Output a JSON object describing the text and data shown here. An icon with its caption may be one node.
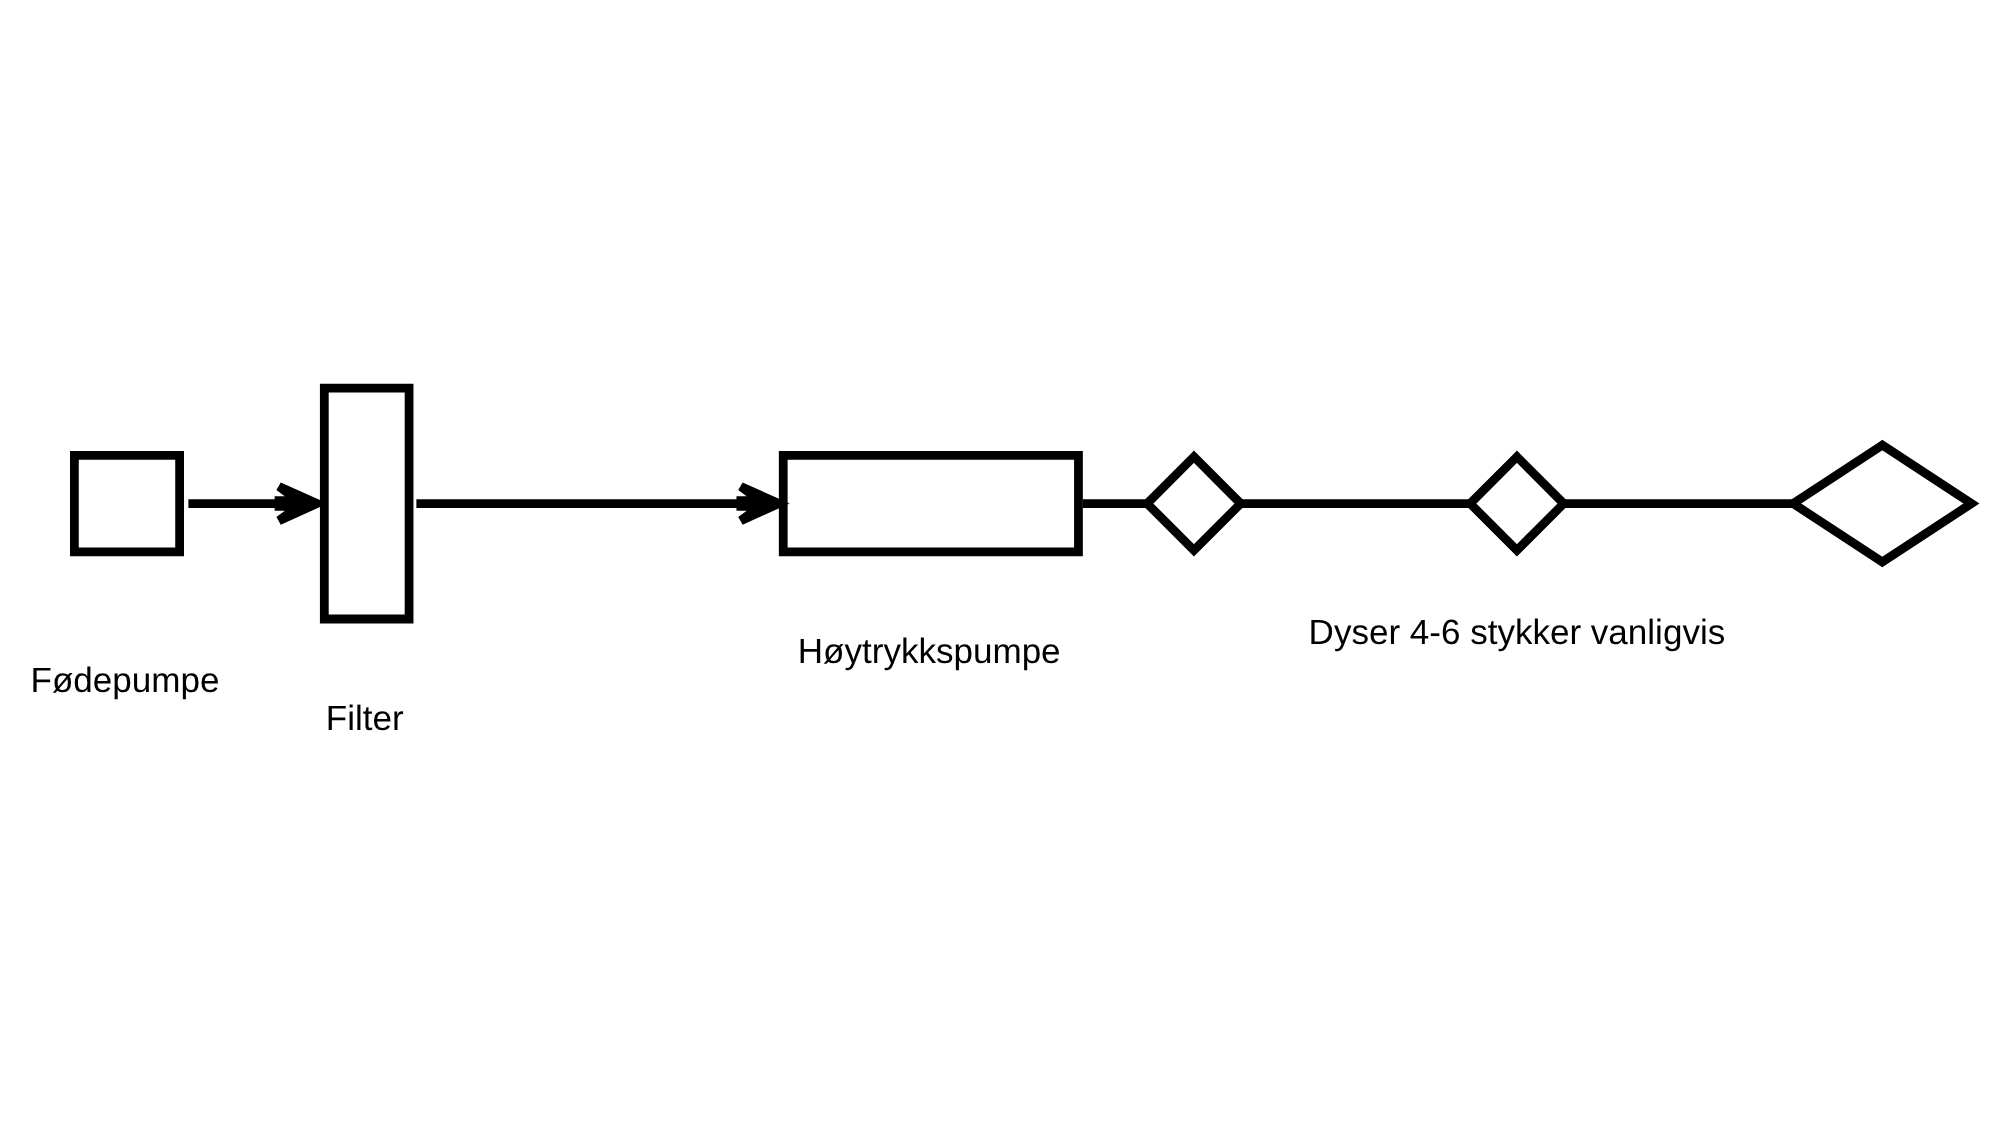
{
  "diagram": {
    "nodes": [
      {
        "text": [
          "Fødepumpe"
        ]
      },
      {
        "text": [
          "Filter"
        ]
      },
      {
        "text": [
          "Høytrykkspumpe"
        ]
      },
      {
        "text": [],
        "shape": "diamond"
      },
      {
        "text": [],
        "shape": "diamond"
      },
      {
        "text": [],
        "shape": "diamond"
      }
    ],
    "edges": [
      {
        "from": 0,
        "to": 1,
        "arrow": "to"
      },
      {
        "from": 1,
        "to": 2,
        "arrow": "to"
      },
      {
        "from": 2,
        "to": 3,
        "arrow": "none"
      },
      {
        "from": 3,
        "to": 4,
        "arrow": "none"
      },
      {
        "from": 4,
        "to": 5,
        "arrow": "none"
      }
    ],
    "labels": [
      "Dyser 4-6 stykker vanligvis"
    ]
  }
}
